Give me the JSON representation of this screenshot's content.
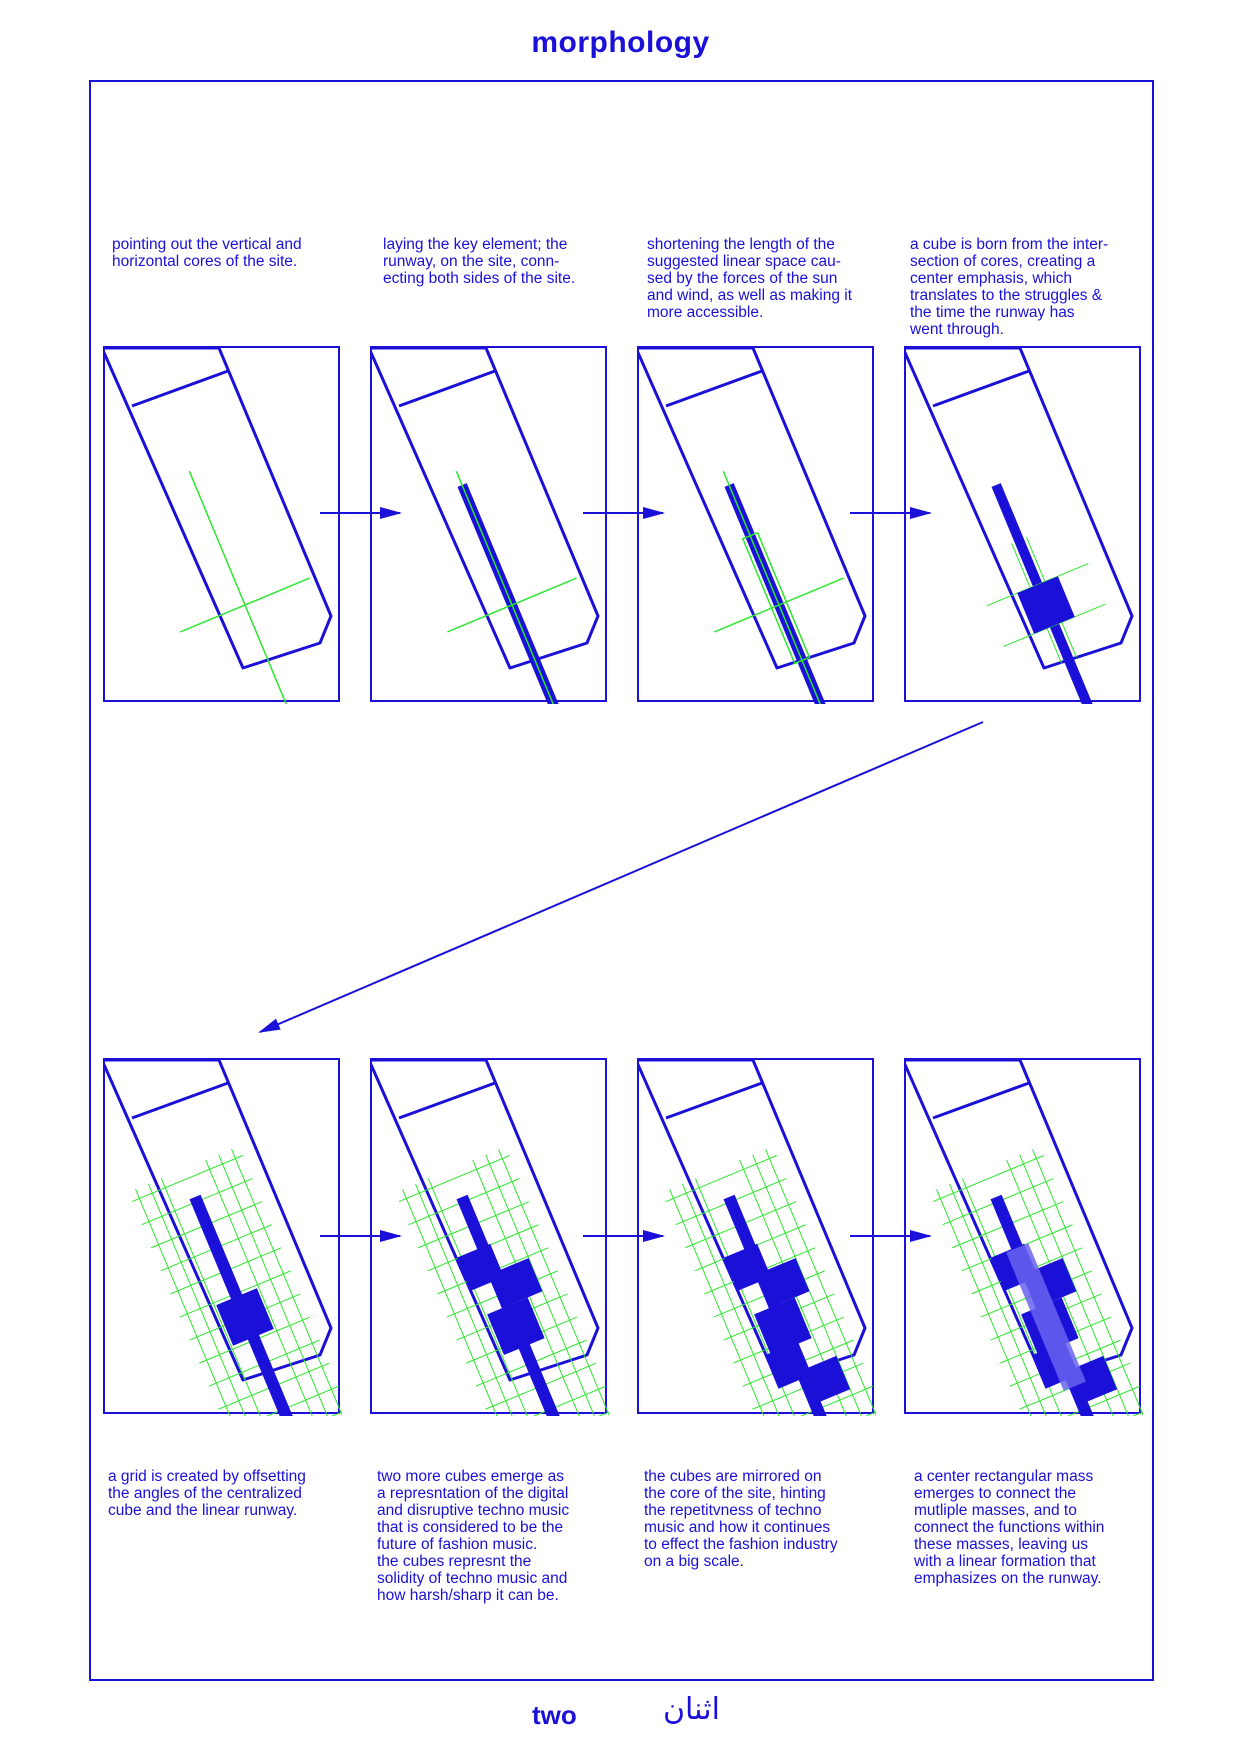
{
  "title": "morphology",
  "colors": {
    "blue": "#1a10d8",
    "green": "#2ee62e",
    "light_blue": "#6a63f0"
  },
  "captions_top": [
    "pointing out the vertical and\nhorizontal cores of the site.",
    "laying the key element; the\nrunway, on the site, conn-\necting both sides of the site.",
    "shortening the length of the\nsuggested linear space cau-\nsed by the forces of the sun\nand wind, as well as making it\nmore accessible.",
    "a cube is born from the inter-\nsection of cores, creating a\ncenter emphasis, which\ntranslates to the struggles &\nthe time the runway has\nwent through."
  ],
  "captions_bottom": [
    "a grid is created by offsetting\nthe angles of the centralized\ncube and the linear runway.",
    "two more cubes emerge as\na represntation of the digital\nand disruptive techno music\nthat is considered to be the\nfuture of fashion music.\nthe cubes represnt the\nsolidity of techno music and\nhow harsh/sharp it can be.",
    "the cubes are mirrored on\nthe core of the site, hinting\nthe repetitvness of techno\nmusic and how it continues\nto effect the fashion industry\non a big scale.",
    "a center rectangular mass\nemerges to connect the\nmutliple masses, and to\nconnect the functions within\nthese masses, leaving us\nwith a linear formation that\nemphasizes on the runway."
  ],
  "footer": {
    "english": "two",
    "arabic": "اثنان"
  }
}
